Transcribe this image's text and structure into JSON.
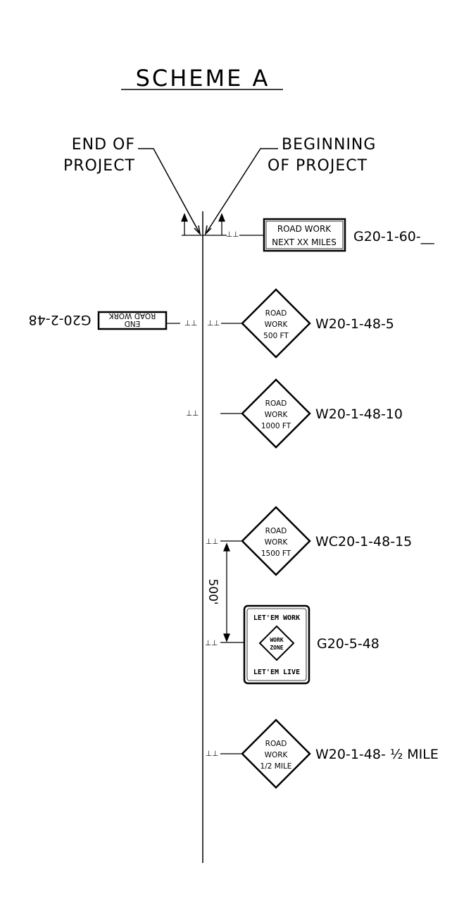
{
  "title": "SCHEME A",
  "end_label": [
    "END OF",
    "PROJECT"
  ],
  "begin_label": [
    "BEGINNING",
    "OF PROJECT"
  ],
  "signs": {
    "road_work_next": {
      "lines": [
        "ROAD WORK",
        "NEXT XX MILES"
      ],
      "code": "G20-1-60-__"
    },
    "end_road_work": {
      "lines": [
        "ROAD WORK",
        "END"
      ],
      "code": "G20-2-48"
    },
    "w500": {
      "lines": [
        "ROAD",
        "WORK",
        "500 FT"
      ],
      "code": "W20-1-48-5"
    },
    "w1000": {
      "lines": [
        "ROAD",
        "WORK",
        "1000 FT"
      ],
      "code": "W20-1-48-10"
    },
    "w1500": {
      "lines": [
        "ROAD",
        "WORK",
        "1500 FT"
      ],
      "code": "WC20-1-48-15"
    },
    "letem": {
      "top": "LET'EM WORK",
      "diamond": [
        "WORK",
        "ZONE"
      ],
      "bottom": "LET'EM LIVE",
      "code": "G20-5-48"
    },
    "whalf": {
      "lines": [
        "ROAD",
        "WORK",
        "1/2 MILE"
      ],
      "code": "W20-1-48- ½  MILE"
    }
  },
  "dimension": "500'"
}
